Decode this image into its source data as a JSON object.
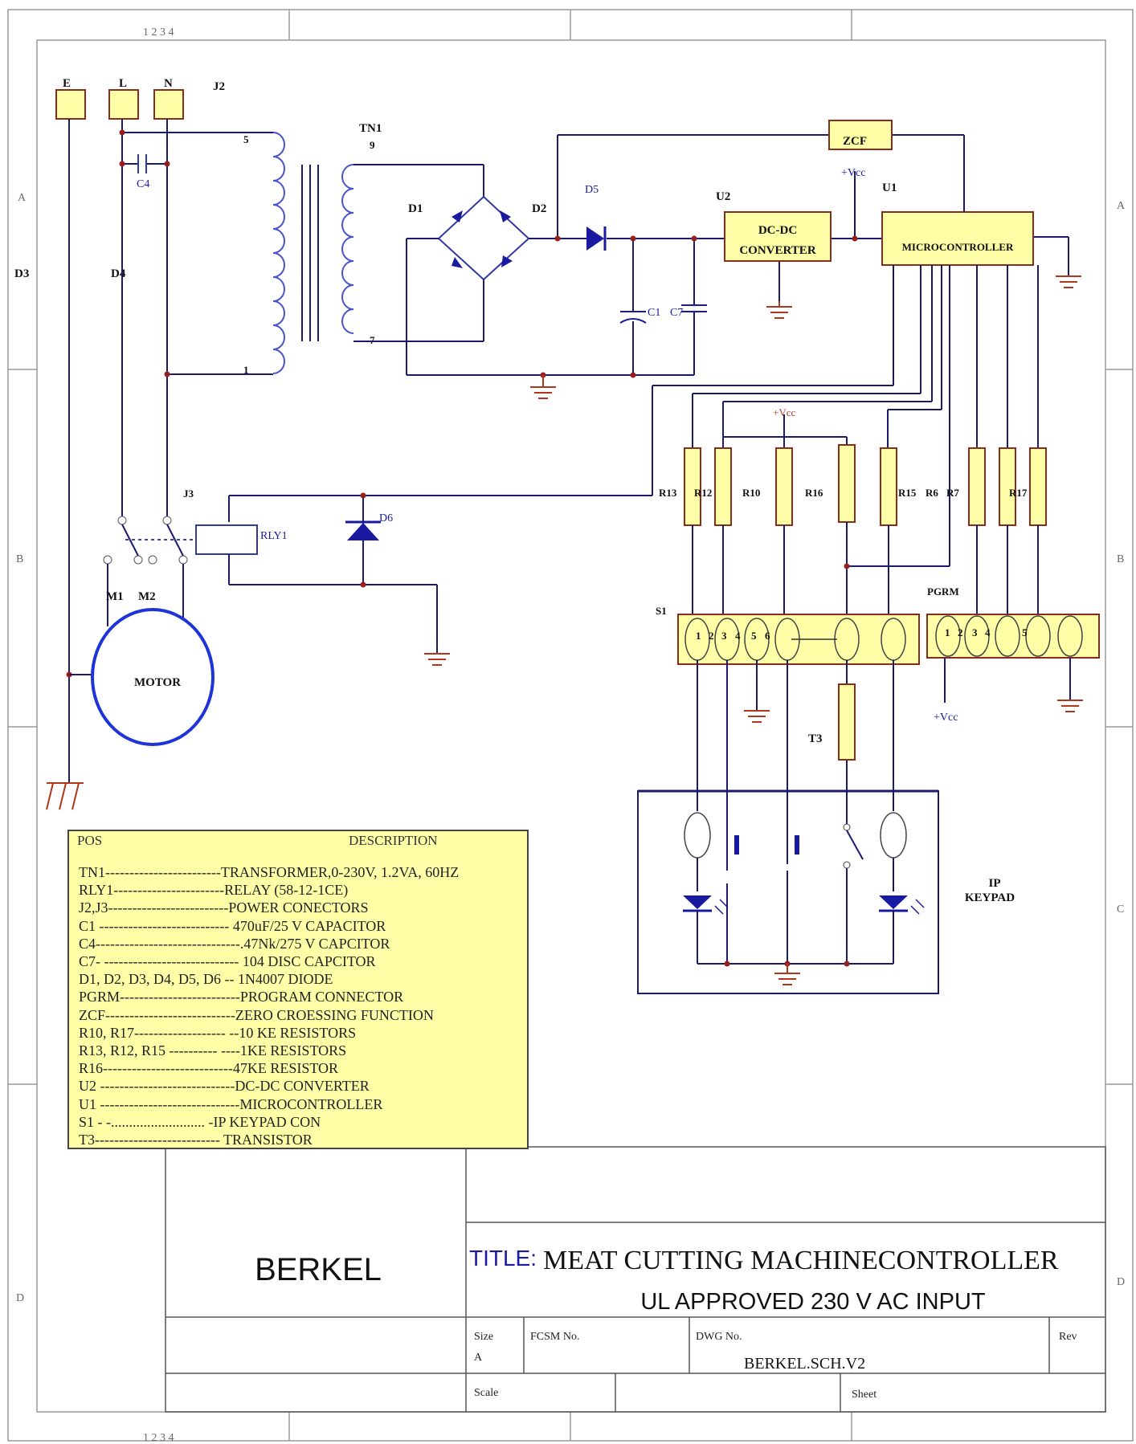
{
  "sheet": {
    "zone_numbers": "1 2 3 4",
    "zone_letters": [
      "A",
      "B",
      "C",
      "D"
    ]
  },
  "connectors": {
    "J2": {
      "name": "J2",
      "pins": [
        "E",
        "L",
        "N"
      ]
    },
    "J3": "J3"
  },
  "components": {
    "TN1": {
      "name": "TN1",
      "pins": [
        "5",
        "1",
        "9",
        "7"
      ]
    },
    "C4": "C4",
    "D1": "D1",
    "D2": "D2",
    "D3": "D3",
    "D4": "D4",
    "D5": "D5",
    "D6": "D6",
    "C1": "C1",
    "C7": "C7",
    "U2": {
      "ref": "U2",
      "text": [
        "DC-DC",
        "CONVERTER"
      ]
    },
    "U1": {
      "ref": "U1",
      "text": "MICROCONTROLLER"
    },
    "ZCF": "ZCF",
    "vcc": "+Vcc",
    "RLY1": "RLY1",
    "M1": "M1",
    "M2": "M2",
    "motor": "MOTOR",
    "resistors": [
      "R13",
      "R12",
      "R10",
      "R16",
      "R15",
      "R6",
      "R7",
      "R17"
    ],
    "S1": {
      "ref": "S1",
      "pins": [
        "1",
        "2",
        "3",
        "4",
        "5",
        "6"
      ]
    },
    "PGRM": {
      "ref": "PGRM",
      "pins": [
        "1",
        "2",
        "3",
        "4",
        "5"
      ]
    },
    "T3": "T3",
    "keypad": [
      "IP",
      "KEYPAD"
    ]
  },
  "legend": {
    "header_pos": "POS",
    "header_desc": "DESCRIPTION",
    "rows": [
      "TN1------------------------TRANSFORMER,0-230V, 1.2VA, 60HZ",
      "RLY1-----------------------RELAY (58-12-1CE)",
      "J2,J3-------------------------POWER CONECTORS",
      "C1 --------------------------- 470uF/25 V CAPACITOR",
      "C4------------------------------.47Nk/275 V CAPCITOR",
      "C7- ---------------------------- 104 DISC CAPCITOR",
      "D1, D2, D3, D4, D5, D6 -- 1N4007 DIODE",
      "PGRM-------------------------PROGRAM CONNECTOR",
      "ZCF---------------------------ZERO CROESSING FUNCTION",
      "R10, R17------------------- --10 KE RESISTORS",
      "R13, R12, R15 ---------- ----1KE RESISTORS",
      "R16---------------------------47KE RESISTOR",
      "U2 ----------------------------DC-DC CONVERTER",
      "U1 -----------------------------MICROCONTROLLER",
      "S1 - -.......................... -IP KEYPAD CON",
      "T3-------------------------- TRANSISTOR"
    ]
  },
  "title_block": {
    "company": "BERKEL",
    "title_prefix": "TITLE:",
    "title": "MEAT CUTTING MACHINECONTROLLER",
    "subtitle": "UL APPROVED 230 V AC INPUT",
    "size_label": "Size",
    "size_value": "A",
    "fcsm_label": "FCSM No.",
    "dwg_label": "DWG No.",
    "dwg_value": "BERKEL.SCH.V2",
    "rev_label": "Rev",
    "scale_label": "Scale",
    "sheet_label": "Sheet"
  }
}
